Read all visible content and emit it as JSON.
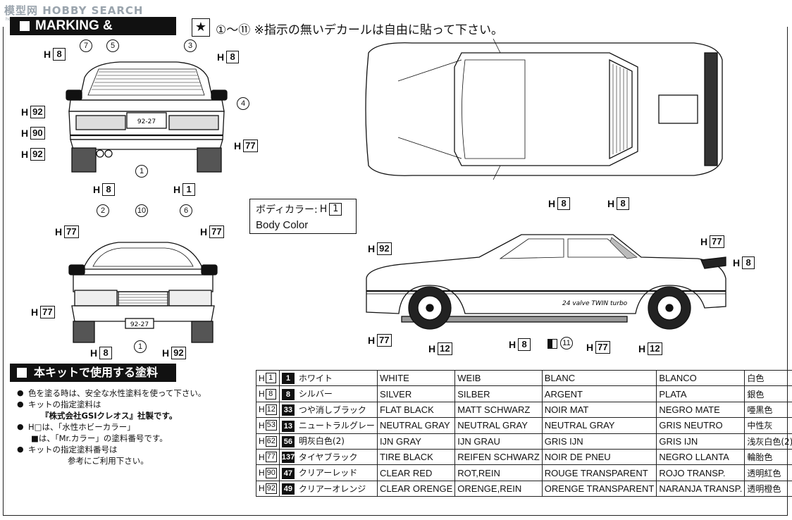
{
  "watermark": {
    "text": "模型网 HOBBY SEARCH",
    "sub": "hobby.com"
  },
  "header": {
    "title": "MARKING & PAINTING"
  },
  "decal_note": {
    "star": "★",
    "text": "①～⑪ ※指示の無いデカールは自由に貼って下さい。"
  },
  "body_color": {
    "label_jp": "ボディカラー:",
    "h": "H",
    "num": "1",
    "label_en": "Body Color"
  },
  "rear_view": {
    "callouts": [
      {
        "h": "H",
        "num": "8"
      },
      {
        "h": "H",
        "num": "8"
      },
      {
        "h": "H",
        "num": "92"
      },
      {
        "h": "H",
        "num": "90"
      },
      {
        "h": "H",
        "num": "92"
      },
      {
        "h": "H",
        "num": "77"
      },
      {
        "h": "H",
        "num": "8"
      },
      {
        "h": "H",
        "num": "1"
      }
    ],
    "decals": [
      "7",
      "5",
      "3",
      "4",
      "1"
    ],
    "plate": "92-27"
  },
  "front_view": {
    "callouts": [
      {
        "h": "H",
        "num": "77"
      },
      {
        "h": "H",
        "num": "77"
      },
      {
        "h": "H",
        "num": "77"
      },
      {
        "h": "H",
        "num": "8"
      },
      {
        "h": "H",
        "num": "92"
      }
    ],
    "decals": [
      "2",
      "10",
      "6",
      "1"
    ],
    "plate": "92-27"
  },
  "side_view": {
    "callouts": [
      {
        "h": "H",
        "num": "8"
      },
      {
        "h": "H",
        "num": "8"
      },
      {
        "h": "H",
        "num": "92"
      },
      {
        "h": "H",
        "num": "77"
      },
      {
        "h": "H",
        "num": "8"
      },
      {
        "h": "H",
        "num": "77"
      },
      {
        "h": "H",
        "num": "12"
      },
      {
        "h": "H",
        "num": "8"
      },
      {
        "h": "H",
        "num": "77"
      },
      {
        "h": "H",
        "num": "12"
      }
    ],
    "decals": [
      "11"
    ],
    "script": "24 valve TWIN turbo"
  },
  "paint_section": {
    "title": "本キットで使用する塗料",
    "notes": [
      "色を塗る時は、安全な水性塗料を使って下さい。",
      "キットの指定塗料は",
      "『株式会社GSIクレオス』社製です。",
      "H□は、「水性ホビーカラー」",
      "■は、「Mr.カラー」の塗料番号です。",
      "キットの指定塗料番号は",
      "参考にご利用下さい。"
    ]
  },
  "paint_table": {
    "rows": [
      {
        "h": "1",
        "code": "1",
        "jp": "ホワイト",
        "en": "WHITE",
        "de": "WEIB",
        "fr": "BLANC",
        "es": "BLANCO",
        "cn": "白色"
      },
      {
        "h": "8",
        "code": "8",
        "jp": "シルバー",
        "en": "SILVER",
        "de": "SILBER",
        "fr": "ARGENT",
        "es": "PLATA",
        "cn": "銀色"
      },
      {
        "h": "12",
        "code": "33",
        "jp": "つや消しブラック",
        "en": "FLAT BLACK",
        "de": "MATT SCHWARZ",
        "fr": "NOIR MAT",
        "es": "NEGRO MATE",
        "cn": "唖黒色"
      },
      {
        "h": "53",
        "code": "13",
        "jp": "ニュートラルグレー",
        "en": "NEUTRAL GRAY",
        "de": "NEUTRAL GRAY",
        "fr": "NEUTRAL GRAY",
        "es": "GRIS NEUTRO",
        "cn": "中性灰"
      },
      {
        "h": "62",
        "code": "56",
        "jp": "明灰白色(2)",
        "en": "IJN GRAY",
        "de": "IJN GRAU",
        "fr": "GRIS IJN",
        "es": "GRIS IJN",
        "cn": "浅灰白色(2)"
      },
      {
        "h": "77",
        "code": "137",
        "jp": "タイヤブラック",
        "en": "TIRE BLACK",
        "de": "REIFEN SCHWARZ",
        "fr": "NOIR DE PNEU",
        "es": "NEGRO LLANTA",
        "cn": "輪胎色"
      },
      {
        "h": "90",
        "code": "47",
        "jp": "クリアーレッド",
        "en": "CLEAR RED",
        "de": "ROT,REIN",
        "fr": "ROUGE TRANSPARENT",
        "es": "ROJO TRANSP.",
        "cn": "透明紅色"
      },
      {
        "h": "92",
        "code": "49",
        "jp": "クリアーオレンジ",
        "en": "CLEAR ORENGE",
        "de": "ORENGE,REIN",
        "fr": "ORENGE TRANSPARENT",
        "es": "NARANJA TRANSP.",
        "cn": "透明橙色"
      }
    ]
  }
}
